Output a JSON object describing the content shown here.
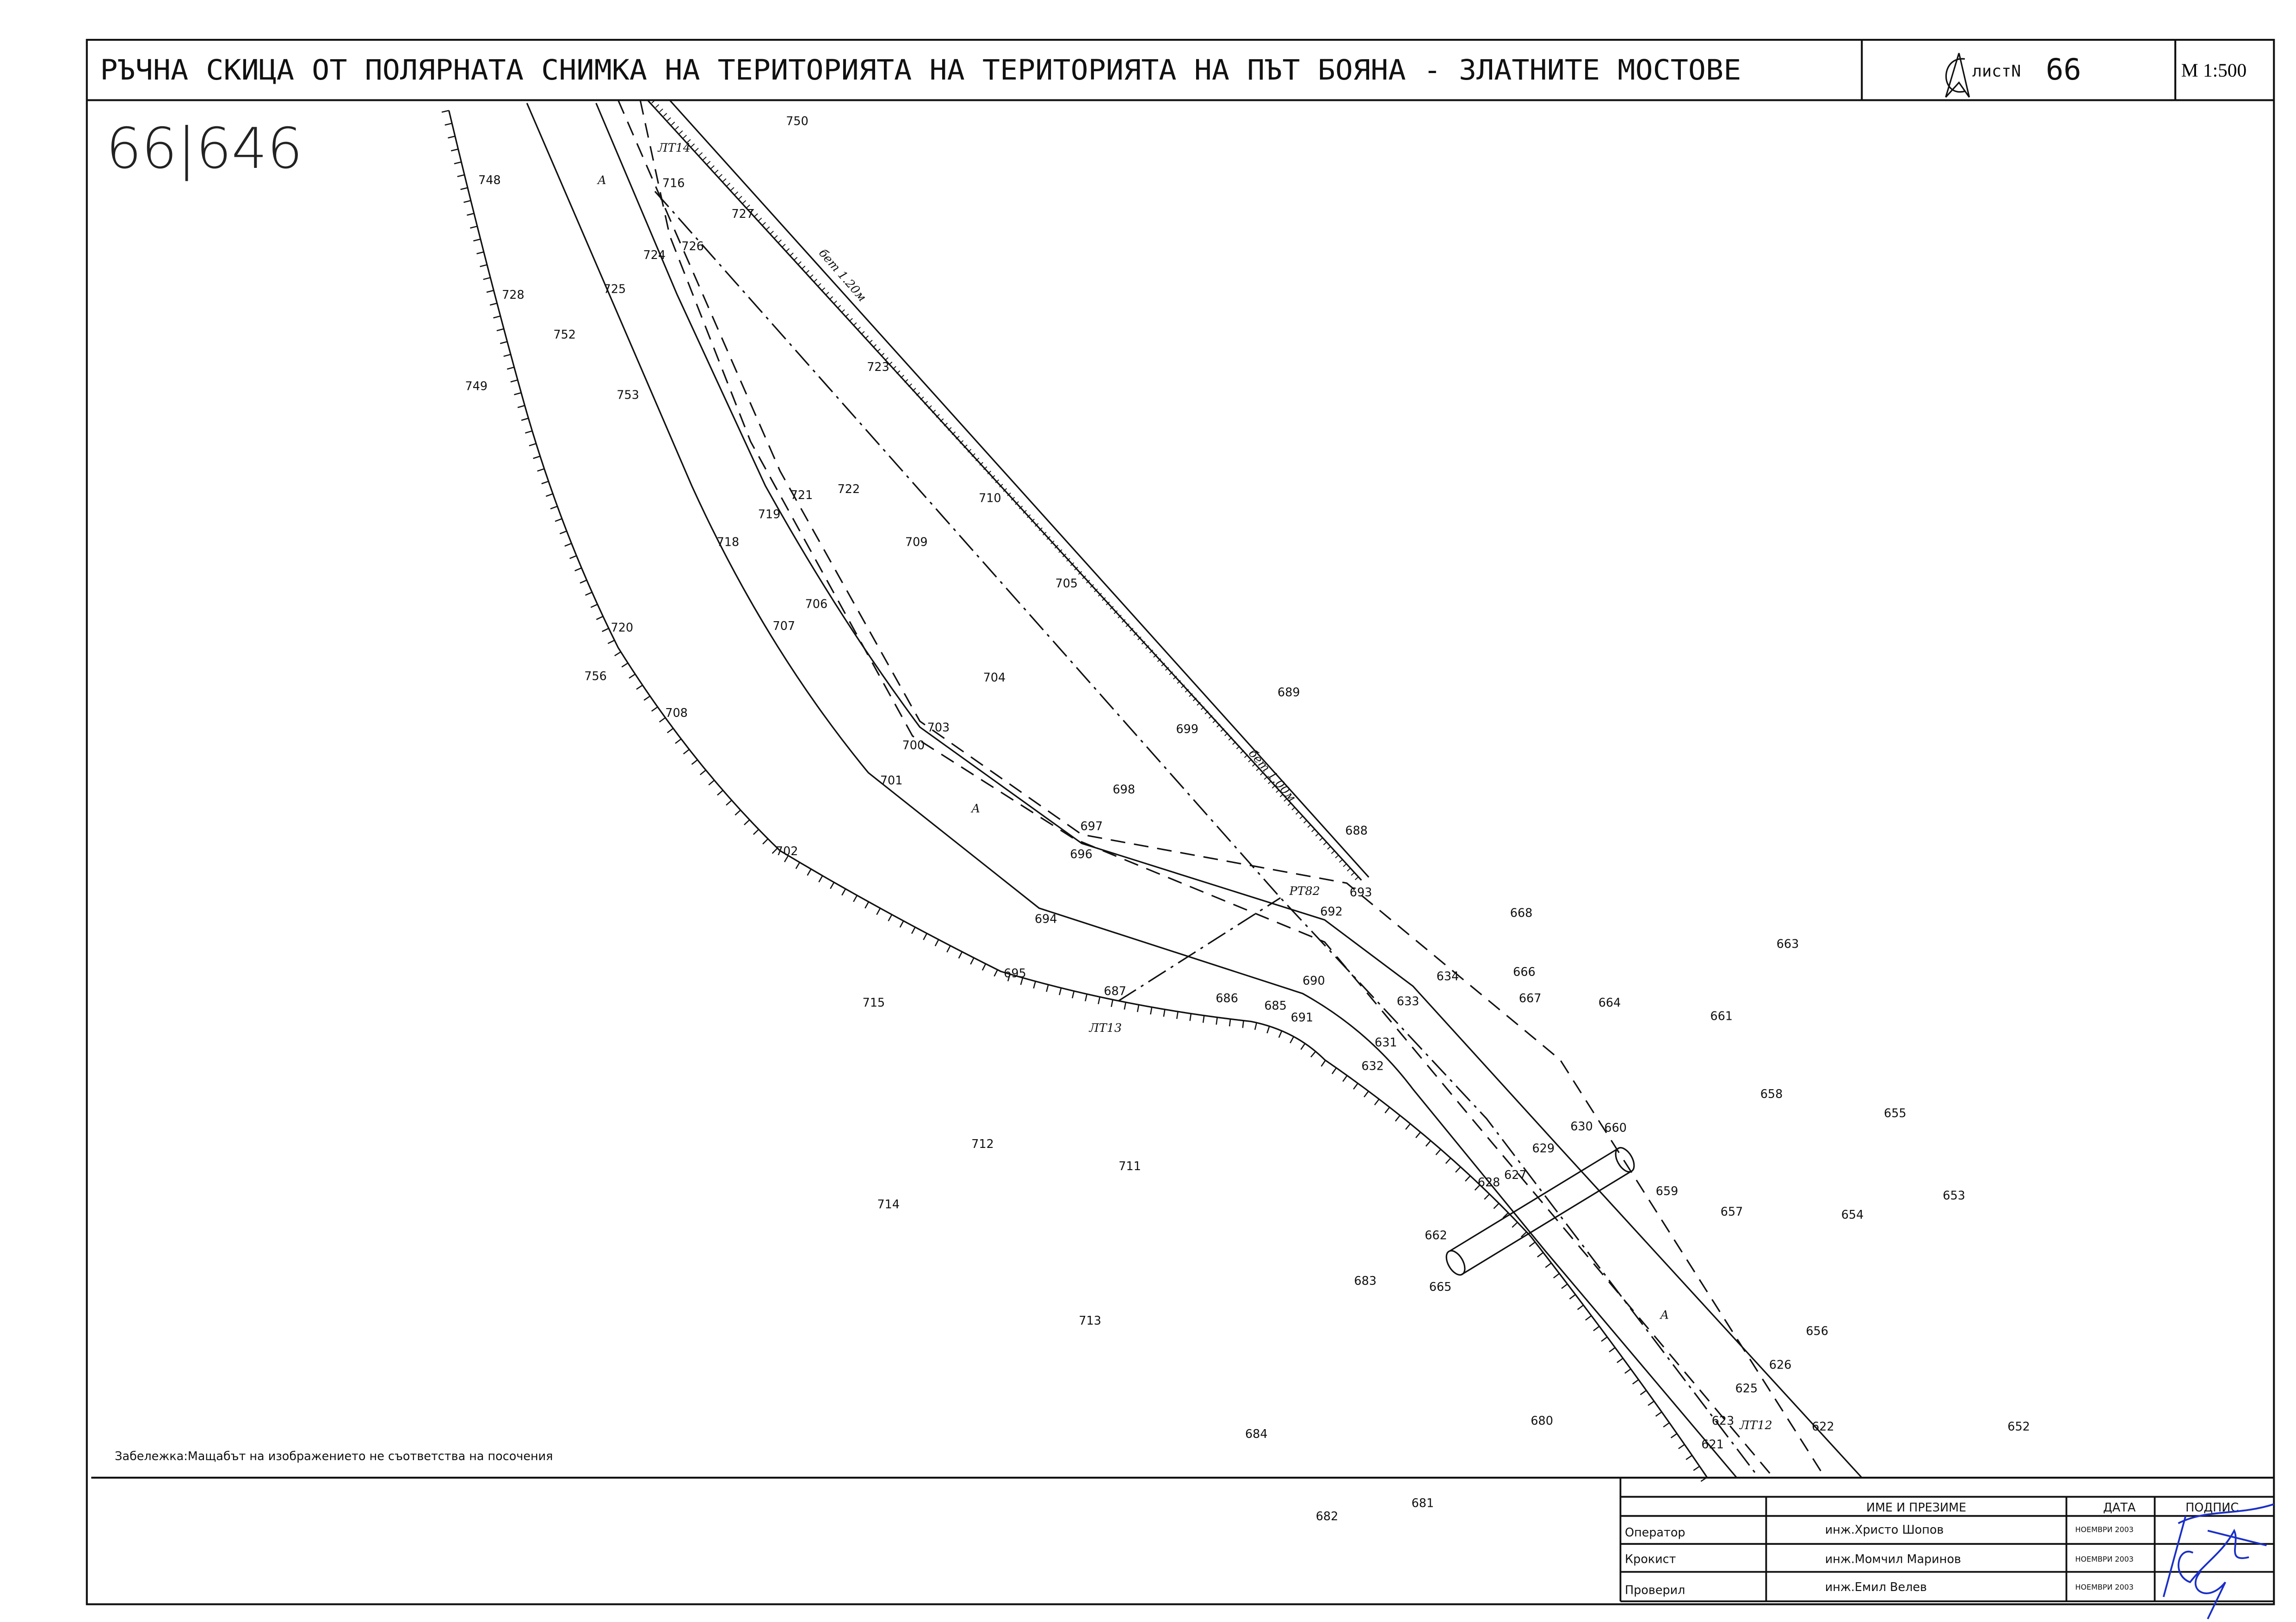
{
  "header": {
    "title": "РЪЧНА СКИЦА ОТ ПОЛЯРНАТА СНИМКА НА ТЕРИТОРИЯТА НА ТЕРИТОРИЯТА НА ПЪТ БОЯНА - ЗЛАТНИТЕ МОСТОВЕ",
    "sheet_label": "листN",
    "sheet_number": "66",
    "scale": "М 1:500",
    "logo_text": "С"
  },
  "handwritten_ref": "66|646",
  "note": "Забележка:Мащабът на изображението не съответства на посочения",
  "map": {
    "concrete_labels": [
      "бет 1.20м",
      "бет 1.00м"
    ],
    "points": [
      "750",
      "ЛТ14",
      "748",
      "А",
      "716",
      "727",
      "726",
      "724",
      "728",
      "725",
      "752",
      "723",
      "749",
      "753",
      "710",
      "721",
      "722",
      "719",
      "718",
      "709",
      "705",
      "706",
      "707",
      "720",
      "756",
      "704",
      "689",
      "708",
      "703",
      "699",
      "700",
      "701",
      "698",
      "А",
      "697",
      "688",
      "696",
      "702",
      "PT82",
      "693",
      "692",
      "668",
      "694",
      "663",
      "695",
      "634",
      "666",
      "690",
      "687",
      "667",
      "686",
      "685",
      "633",
      "664",
      "715",
      "691",
      "661",
      "ЛТ13",
      "631",
      "632",
      "658",
      "655",
      "630",
      "660",
      "712",
      "629",
      "711",
      "628",
      "627",
      "659",
      "653",
      "657",
      "654",
      "714",
      "662",
      "683",
      "665",
      "А",
      "713",
      "656",
      "626",
      "625",
      "680",
      "623",
      "ЛТ12",
      "622",
      "652",
      "684",
      "621",
      "681",
      "682"
    ]
  },
  "table": {
    "headers": [
      "",
      "ИМЕ И ПРЕЗИМЕ",
      "ДАТА",
      "ПОДПИС"
    ],
    "rows": [
      {
        "role": "Оператор",
        "name": "инж.Христо Шопов",
        "date": "НОЕМВРИ 2003"
      },
      {
        "role": "Крокист",
        "name": "инж.Момчил Маринов",
        "date": "НОЕМВРИ 2003"
      },
      {
        "role": "Проверил",
        "name": "инж.Емил Велев",
        "date": "НОЕМВРИ 2003"
      }
    ]
  },
  "colors": {
    "ink": "#111111",
    "signature": "#1a2fc8"
  }
}
